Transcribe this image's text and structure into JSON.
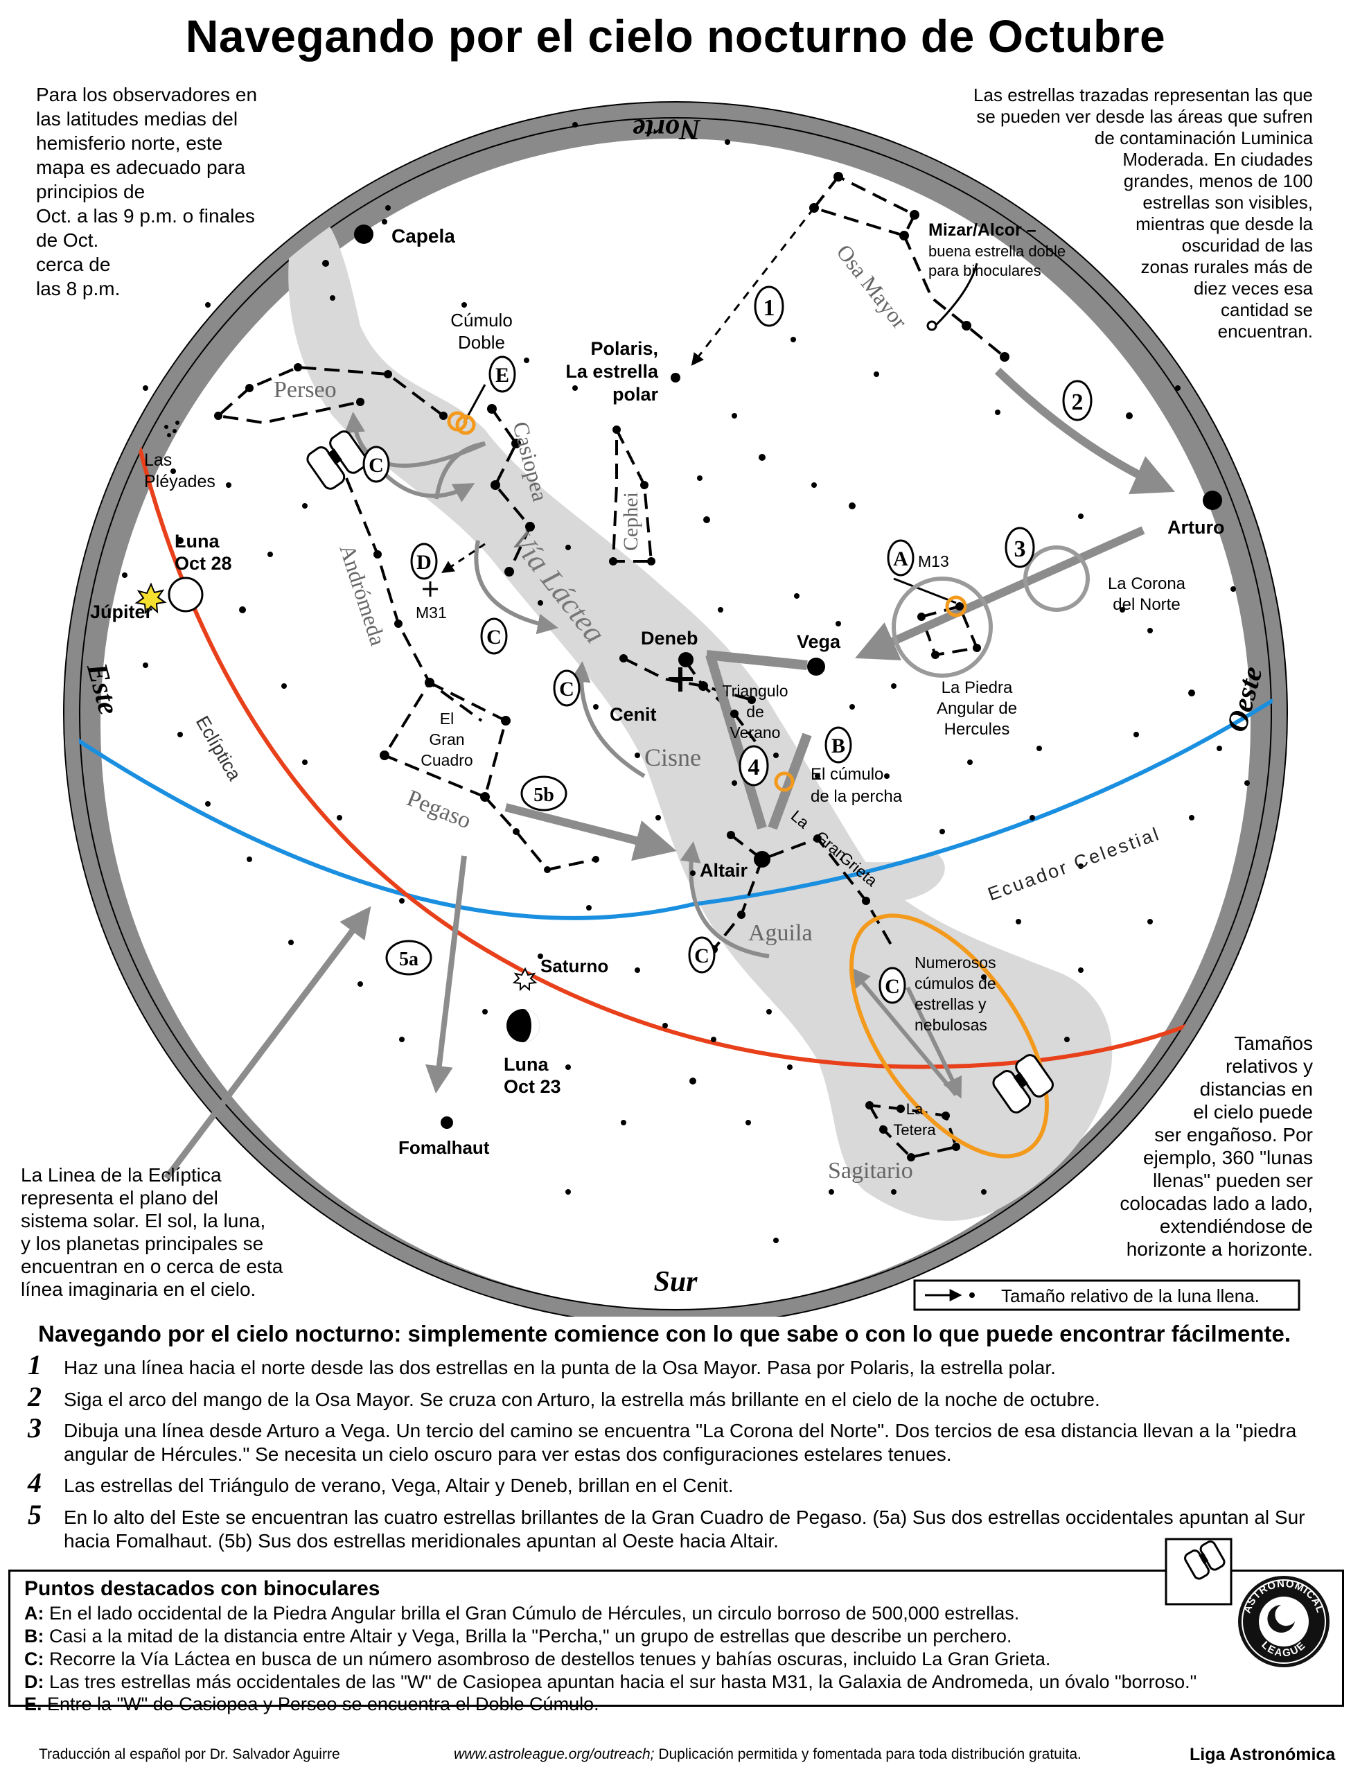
{
  "title": "Navegando por el cielo nocturno de Octubre",
  "intro_left": [
    "Para los observadores en",
    "las latitudes medias del",
    "hemisferio norte, este",
    "mapa es adecuado para",
    "principios de",
    "Oct. a las 9 p.m. o finales",
    "de Oct.",
    "cerca de",
    "las 8 p.m."
  ],
  "intro_right": [
    "Las estrellas trazadas representan las que",
    "se pueden ver desde las áreas que sufren",
    "de contaminación Luminica",
    "Moderada. En ciudades",
    "grandes, menos de 100",
    "estrellas son visibles,",
    "mientras que desde la",
    "oscuridad de las",
    "zonas rurales más de",
    "diez veces esa",
    "cantidad se",
    "encuentran."
  ],
  "directions": {
    "north": "Norte",
    "south": "Sur",
    "east": "Este",
    "west": "Oeste"
  },
  "map_labels": {
    "capela": "Capela",
    "cumulo_doble": [
      "Cúmulo",
      "Doble"
    ],
    "polaris": [
      "Polaris,",
      "La estrella",
      "polar"
    ],
    "mizar": "Mizar/Alcor –",
    "mizar_note": [
      "buena estrella doble",
      "para binoculares"
    ],
    "osa_mayor": "Osa Mayor",
    "perseo": "Perseo",
    "casiopea": "Casiopea",
    "cephei": "Cephei",
    "pleyades": [
      "Las",
      "Pléyades"
    ],
    "luna28": [
      "Luna",
      "Oct 28"
    ],
    "jupiter": "Júpiter",
    "andromeda": "Andrómeda",
    "m31": "M31",
    "via_lactea": "Vía Láctea",
    "arturo": "Arturo",
    "m13": "M13",
    "corona": [
      "La Corona",
      "del Norte"
    ],
    "deneb": "Deneb",
    "vega": "Vega",
    "cenit": "Cenit",
    "triangulo": [
      "Triangulo",
      "de",
      "Verano"
    ],
    "piedra": [
      "La Piedra",
      "Angular de",
      "Hercules"
    ],
    "gran_cuadro": [
      "El",
      "Gran",
      "Cuadro"
    ],
    "cisne": "Cisne",
    "percha": [
      "El cúmulo",
      "de la percha"
    ],
    "ecliptica": "Eclíptica",
    "pegaso": "Pegaso",
    "gran_grieta": [
      "La",
      "Gran",
      "Grieta"
    ],
    "altair": "Altair",
    "ecuador": "Ecuador Celestial",
    "aguila": "Aguila",
    "saturno": "Saturno",
    "numerosos": [
      "Numerosos",
      "cúmulos de",
      "estrellas y",
      "nebulosas"
    ],
    "luna23": [
      "Luna",
      "Oct 23"
    ],
    "tetera": [
      "La",
      "Tetera"
    ],
    "fomalhaut": "Fomalhaut",
    "sagitario": "Sagitario"
  },
  "markers": {
    "m1": "1",
    "m2": "2",
    "m3": "3",
    "m4": "4",
    "m5a": "5a",
    "m5b": "5b",
    "mA": "A",
    "mB": "B",
    "mC": "C",
    "mD": "D",
    "mE": "E"
  },
  "ecliptic_note": [
    "La Linea de la Eclíptica",
    "representa el plano del",
    "sistema solar. El sol, la luna,",
    "y los planetas principales se",
    "encuentran en o cerca de esta",
    "línea imaginaria en el cielo."
  ],
  "size_note": [
    "Tamaños",
    "relativos y",
    "distancias en",
    "el cielo puede",
    "ser engañoso. Por",
    "ejemplo, 360 \"lunas",
    "llenas\" pueden ser",
    "colocadas lado a lado,",
    "extendiéndose de",
    "horizonte a horizonte."
  ],
  "legend": "Tamaño relativo de la luna llena.",
  "steps_title": "Navegando por el cielo nocturno: simplemente comience con lo que sabe o con lo que puede encontrar fácilmente.",
  "steps": [
    {
      "num": "1",
      "text": "Haz una línea hacia el norte desde las dos estrellas en la punta de la Osa Mayor. Pasa por Polaris, la estrella polar."
    },
    {
      "num": "2",
      "text": "Siga el arco del mango de la Osa Mayor. Se cruza con Arturo, la estrella más brillante en el cielo de la noche de octubre."
    },
    {
      "num": "3",
      "text": "Dibuja una línea desde Arturo a Vega. Un tercio del camino se encuentra \"La Corona del Norte\". Dos tercios de esa distancia llevan a la \"piedra angular de Hércules.\" Se necesita un cielo oscuro para ver estas dos configuraciones estelares tenues."
    },
    {
      "num": "4",
      "text": "Las estrellas del Triángulo de verano, Vega, Altair y Deneb, brillan en el Cenit."
    },
    {
      "num": "5",
      "text": "En lo alto del Este se encuentran las cuatro estrellas brillantes de la Gran Cuadro de Pegaso. (5a) Sus dos estrellas occidentales apuntan al Sur hacia Fomalhaut. (5b) Sus dos estrellas meridionales apuntan al Oeste hacia Altair."
    }
  ],
  "binoculars": {
    "title": "Puntos destacados con binoculares",
    "items": [
      {
        "key": "A:",
        "text": " En el lado occidental de la Piedra Angular brilla el Gran Cúmulo de Hércules, un circulo borroso de 500,000 estrellas."
      },
      {
        "key": "B:",
        "text": " Casi a la mitad de la distancia entre Altair y Vega, Brilla la \"Percha,\" un grupo de estrellas que describe un perchero."
      },
      {
        "key": "C:",
        "text": " Recorre la Vía Láctea en busca de un número asombroso de destellos tenues y bahías oscuras, incluido La Gran Grieta."
      },
      {
        "key": "D:",
        "text": " Las tres estrellas más occidentales de las \"W\" de Casiopea apuntan hacia el sur hasta M31, la Galaxia de Andromeda, un óvalo \"borroso.\""
      },
      {
        "key": "E.",
        "text": " Entre la \"W\" de Casiopea y Perseo se encuentra el Doble Cúmulo."
      }
    ]
  },
  "logo": {
    "top": "ASTRONOMICAL",
    "bottom": "LEAGUE"
  },
  "footer": {
    "left": "Traducción al español por Dr. Salvador Aguirre",
    "url": "www.astroleague.org/outreach;",
    "center": " Duplicación permitida y fomentada para toda distribución gratuita.",
    "right": "Liga Astronómica"
  },
  "colors": {
    "ecliptic": "#e8401a",
    "equator": "#1a8fe0",
    "milkyway": "#d6d6d6",
    "highlight": "#f39a1d",
    "arrow": "#8c8c8c",
    "horizon": "#888888"
  }
}
